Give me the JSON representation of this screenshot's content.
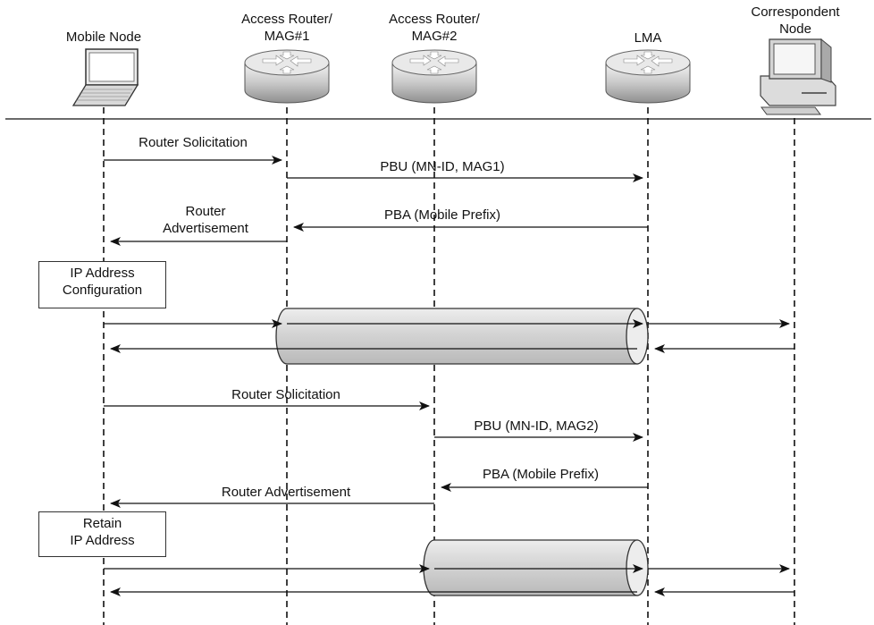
{
  "nodes": {
    "mobile_node": "Mobile Node",
    "mag1": [
      "Access Router/",
      "MAG#1"
    ],
    "mag2": [
      "Access Router/",
      "MAG#2"
    ],
    "lma": "LMA",
    "cn": [
      "Correspondent",
      "Node"
    ]
  },
  "messages": {
    "rs1": "Router Solicitation",
    "pbu1": "PBU (MN-ID, MAG1)",
    "ra1": [
      "Router",
      "Advertisement"
    ],
    "pba1": "PBA  (Mobile Prefix)",
    "rs2": "Router Solicitation",
    "pbu2": "PBU (MN-ID, MAG2)",
    "pba2": "PBA (Mobile Prefix)",
    "ra2": "Router Advertisement"
  },
  "boxes": {
    "config": [
      "IP Address",
      "Configuration"
    ],
    "retain": [
      "Retain",
      "IP Address"
    ]
  },
  "icons": {
    "mobile_node": "laptop-icon",
    "mag1": "router-icon",
    "mag2": "router-icon",
    "lma": "router-icon",
    "cn": "desktop-computer-icon"
  },
  "colors": {
    "tunnel_fill": "#d6d6d6",
    "line": "#111111"
  }
}
